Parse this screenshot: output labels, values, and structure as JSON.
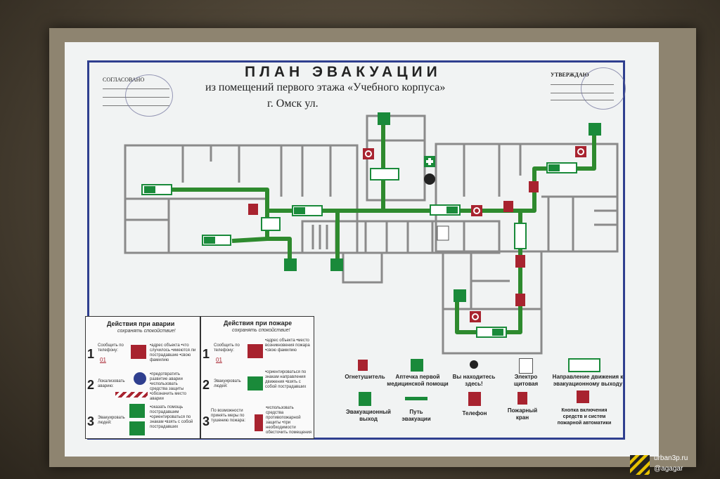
{
  "header": {
    "title": "ПЛАН ЭВАКУАЦИИ",
    "subtitle": "из помещений первого этажа «Учебного корпуса»",
    "city": "г. Омск ул.",
    "agreed": "СОГЛАСОВАНО",
    "approve": "УТВЕРЖДАЮ"
  },
  "accident": {
    "title": "Действия при аварии",
    "subtitle": "сохранять спокойствие!",
    "step1": "Сообщить по телефону:",
    "step1_number": "01",
    "step2": "Локализовать аварию:",
    "step3": "Эвакуировать людей:",
    "step1_notes": "•адрес объекта •что случилось •имеются ли пострадавшие •свою фамилию",
    "step2_notes": "•предотвратить развитие аварии •использовать средства защиты •обозначить место аварии",
    "step3_notes": "•оказать помощь пострадавшим •ориентироваться по знакам •взять с собой пострадавших"
  },
  "fire": {
    "title": "Действия при пожаре",
    "subtitle": "сохранять спокойствие!",
    "step1": "Сообщить по телефону:",
    "step1_number": "01",
    "step2": "Эвакуировать людей:",
    "step3": "По возможности принять меры по тушению пожара:",
    "step1_notes": "•адрес объекта •место возникновения пожара •свою фамилию",
    "step2_notes": "•ориентироваться по знакам направления движения •взять с собой пострадавших",
    "step3_notes": "•использовать средства противопожарной защиты •при необходимости обесточить помещения"
  },
  "legend": {
    "extinguisher": "Огнетушитель",
    "first_aid": "Аптечка первой медицинской помощи",
    "you_are_here": "Вы находитесь здесь!",
    "electric": "Электро щитовая",
    "direction": "Направление движения к эвакуационному выходу",
    "exit": "Эвакуационный выход",
    "path": "Путь эвакуации",
    "phone": "Телефон",
    "hydrant": "Пожарный кран",
    "button": "Кнопка включения средств и систем пожарной автоматики"
  },
  "watermark": {
    "site": "urban3p.ru",
    "author": "@agagar"
  },
  "colors": {
    "route": "#2e8a2e",
    "wall": "#8a8a8a",
    "sign_green": "#1a8a3a",
    "sign_red": "#a8232f",
    "frame": "#2f3f8f"
  }
}
